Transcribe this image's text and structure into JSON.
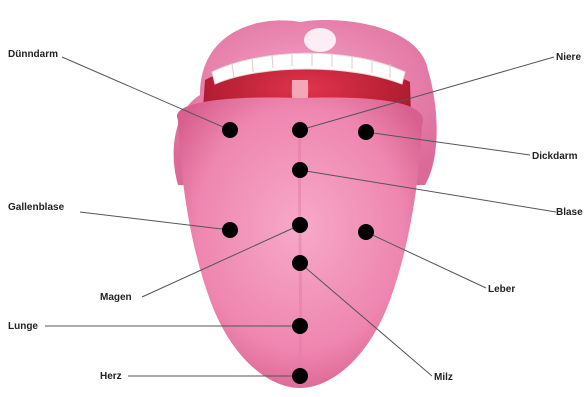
{
  "labels": {
    "duenndarm": "Dünndarm",
    "niere": "Niere",
    "dickdarm": "Dickdarm",
    "blase": "Blase",
    "gallenblase": "Gallenblase",
    "leber": "Leber",
    "magen": "Magen",
    "lunge": "Lunge",
    "herz": "Herz",
    "milz": "Milz"
  }
}
